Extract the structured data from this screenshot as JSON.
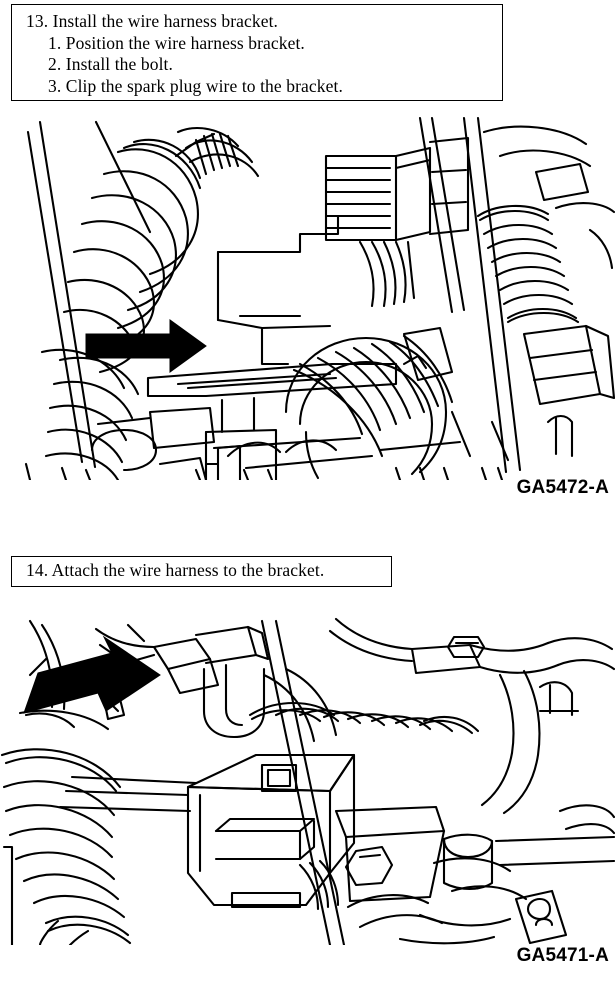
{
  "page": {
    "document_type": "service-manual-procedure",
    "background_color": "#ffffff",
    "ink_color": "#000000"
  },
  "steps": [
    {
      "id": "step-13",
      "number": "13.",
      "title": "Install the wire harness bracket.",
      "full_line": "13. Install the wire harness bracket.",
      "substeps": [
        {
          "number": "1.",
          "text": "Position the wire harness bracket.",
          "full_line": "1. Position the wire harness bracket."
        },
        {
          "number": "2.",
          "text": "Install the bolt.",
          "full_line": "2. Install the bolt."
        },
        {
          "number": "3.",
          "text": "Clip the spark plug wire to the bracket.",
          "full_line": "3. Clip the spark plug wire to the bracket."
        }
      ]
    },
    {
      "id": "step-14",
      "number": "14.",
      "title": "Attach the wire harness to the bracket.",
      "full_line": "14. Attach the wire harness to the bracket.",
      "substeps": []
    }
  ],
  "figures": [
    {
      "id": "figure-1",
      "label": "GA5472-A",
      "caption_for": "step-13",
      "description": "Line-art engine compartment view showing a wire harness bracket with a solid black arrow pointing right at the bracket slot, corrugated harness tubing, a finned electrical connector and diagonal rods.",
      "callout_arrow": {
        "direction": "right",
        "points_at": "wire-harness-bracket"
      }
    },
    {
      "id": "figure-2",
      "label": "GA5471-A",
      "caption_for": "step-14",
      "description": "Line-art engine compartment view showing the wire harness connector block with a solid black arrow pointing down-right at the connector, corrugated hose, hex bolt head and bracket.",
      "callout_arrow": {
        "direction": "down-right",
        "points_at": "wire-harness-connector"
      }
    }
  ]
}
